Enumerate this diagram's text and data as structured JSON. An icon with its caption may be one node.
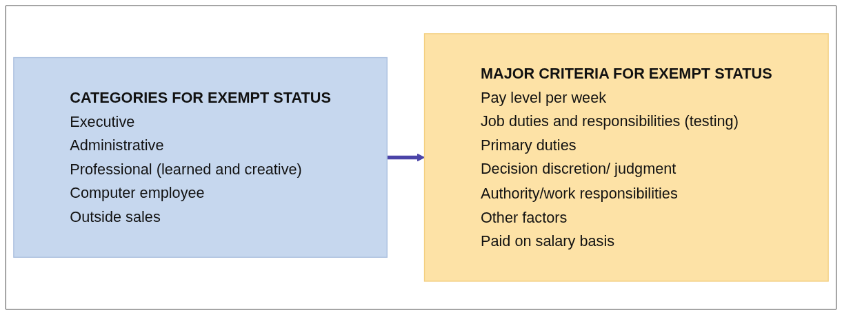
{
  "diagram": {
    "nodes": [
      {
        "text": [
          "CATEGORIES FOR EXEMPT STATUS",
          "Executive",
          "Administrative",
          "Professional (learned and creative)",
          "Computer employee",
          "Outside sales"
        ]
      },
      {
        "text": [
          "MAJOR CRITERIA FOR EXEMPT STATUS",
          "Pay level per week",
          "Job duties and responsibilities (testing)",
          "Primary duties",
          "Decision discretion/ judgment",
          "Authority/work responsibilities",
          "Other factors",
          "Paid on salary basis"
        ]
      }
    ],
    "edges": [
      {
        "from": 0,
        "to": 1,
        "arrow": "to"
      }
    ]
  }
}
